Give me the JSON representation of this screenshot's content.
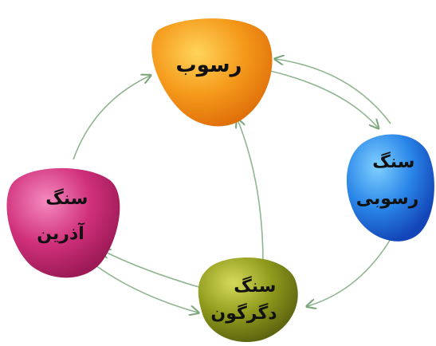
{
  "diagram": {
    "nodes": {
      "sediment": {
        "lines": [
          "رسوب"
        ],
        "color": "#f59a1b"
      },
      "sedimentary_rock": {
        "lines": [
          "سنگ",
          "رسوبی"
        ],
        "color": "#2a86e8"
      },
      "metamorphic_rock": {
        "lines": [
          "سنگ",
          "دگرگون"
        ],
        "color": "#8f9a1c"
      },
      "igneous_rock": {
        "lines": [
          "سنگ",
          "آذرین"
        ],
        "color": "#d0307a"
      }
    },
    "arrow_color": "#7aa57a"
  }
}
